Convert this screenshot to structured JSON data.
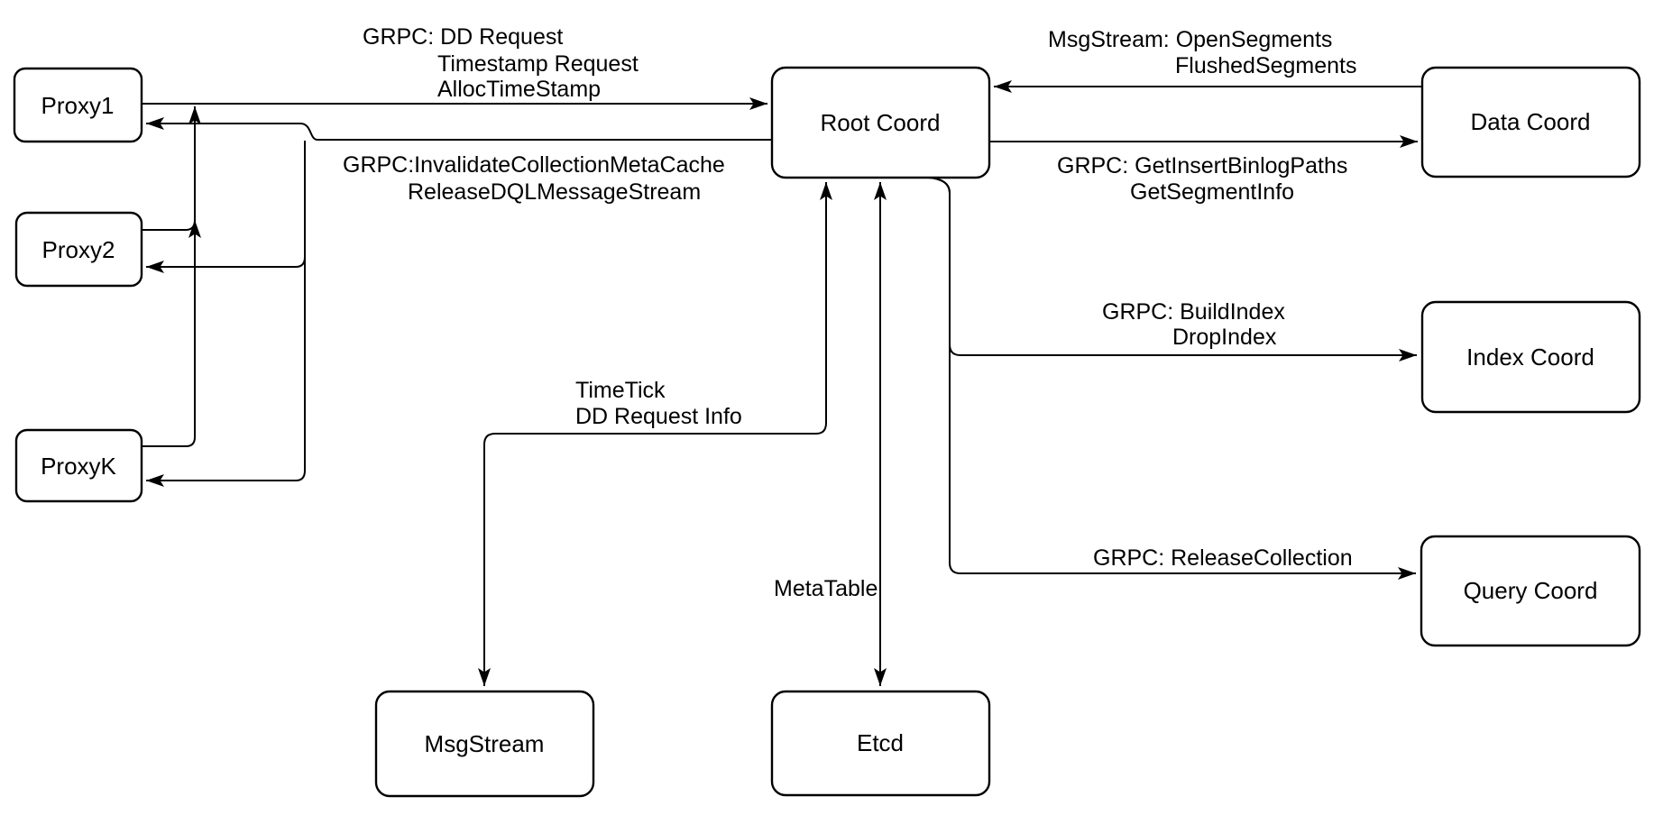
{
  "diagram": {
    "background_color": "#ffffff",
    "line_color": "#000000",
    "node_fill_color": "#ffffff",
    "text_color": "#000000",
    "nodes": {
      "proxy1": {
        "label": "Proxy1"
      },
      "proxy2": {
        "label": "Proxy2"
      },
      "proxyk": {
        "label": "ProxyK"
      },
      "root_coord": {
        "label": "Root Coord"
      },
      "data_coord": {
        "label": "Data Coord"
      },
      "index_coord": {
        "label": "Index Coord"
      },
      "query_coord": {
        "label": "Query Coord"
      },
      "msg_stream": {
        "label": "MsgStream"
      },
      "etcd": {
        "label": "Etcd"
      }
    },
    "edges": {
      "proxies_to_root": {
        "lines": [
          "GRPC: DD Request",
          "Timestamp Request",
          "AllocTimeStamp"
        ]
      },
      "root_to_proxies": {
        "lines": [
          "GRPC:InvalidateCollectionMetaCache",
          "ReleaseDQLMessageStream"
        ]
      },
      "data_to_root": {
        "lines": [
          "MsgStream: OpenSegments",
          "FlushedSegments"
        ]
      },
      "root_to_data": {
        "lines": [
          "GRPC: GetInsertBinlogPaths",
          "GetSegmentInfo"
        ]
      },
      "root_to_index": {
        "lines": [
          "GRPC: BuildIndex",
          "DropIndex"
        ]
      },
      "root_to_query": {
        "lines": [
          "GRPC: ReleaseCollection"
        ]
      },
      "root_to_msgstream": {
        "lines": [
          "TimeTick",
          "DD Request Info"
        ]
      },
      "root_to_etcd": {
        "lines": [
          "MetaTable"
        ]
      }
    }
  }
}
